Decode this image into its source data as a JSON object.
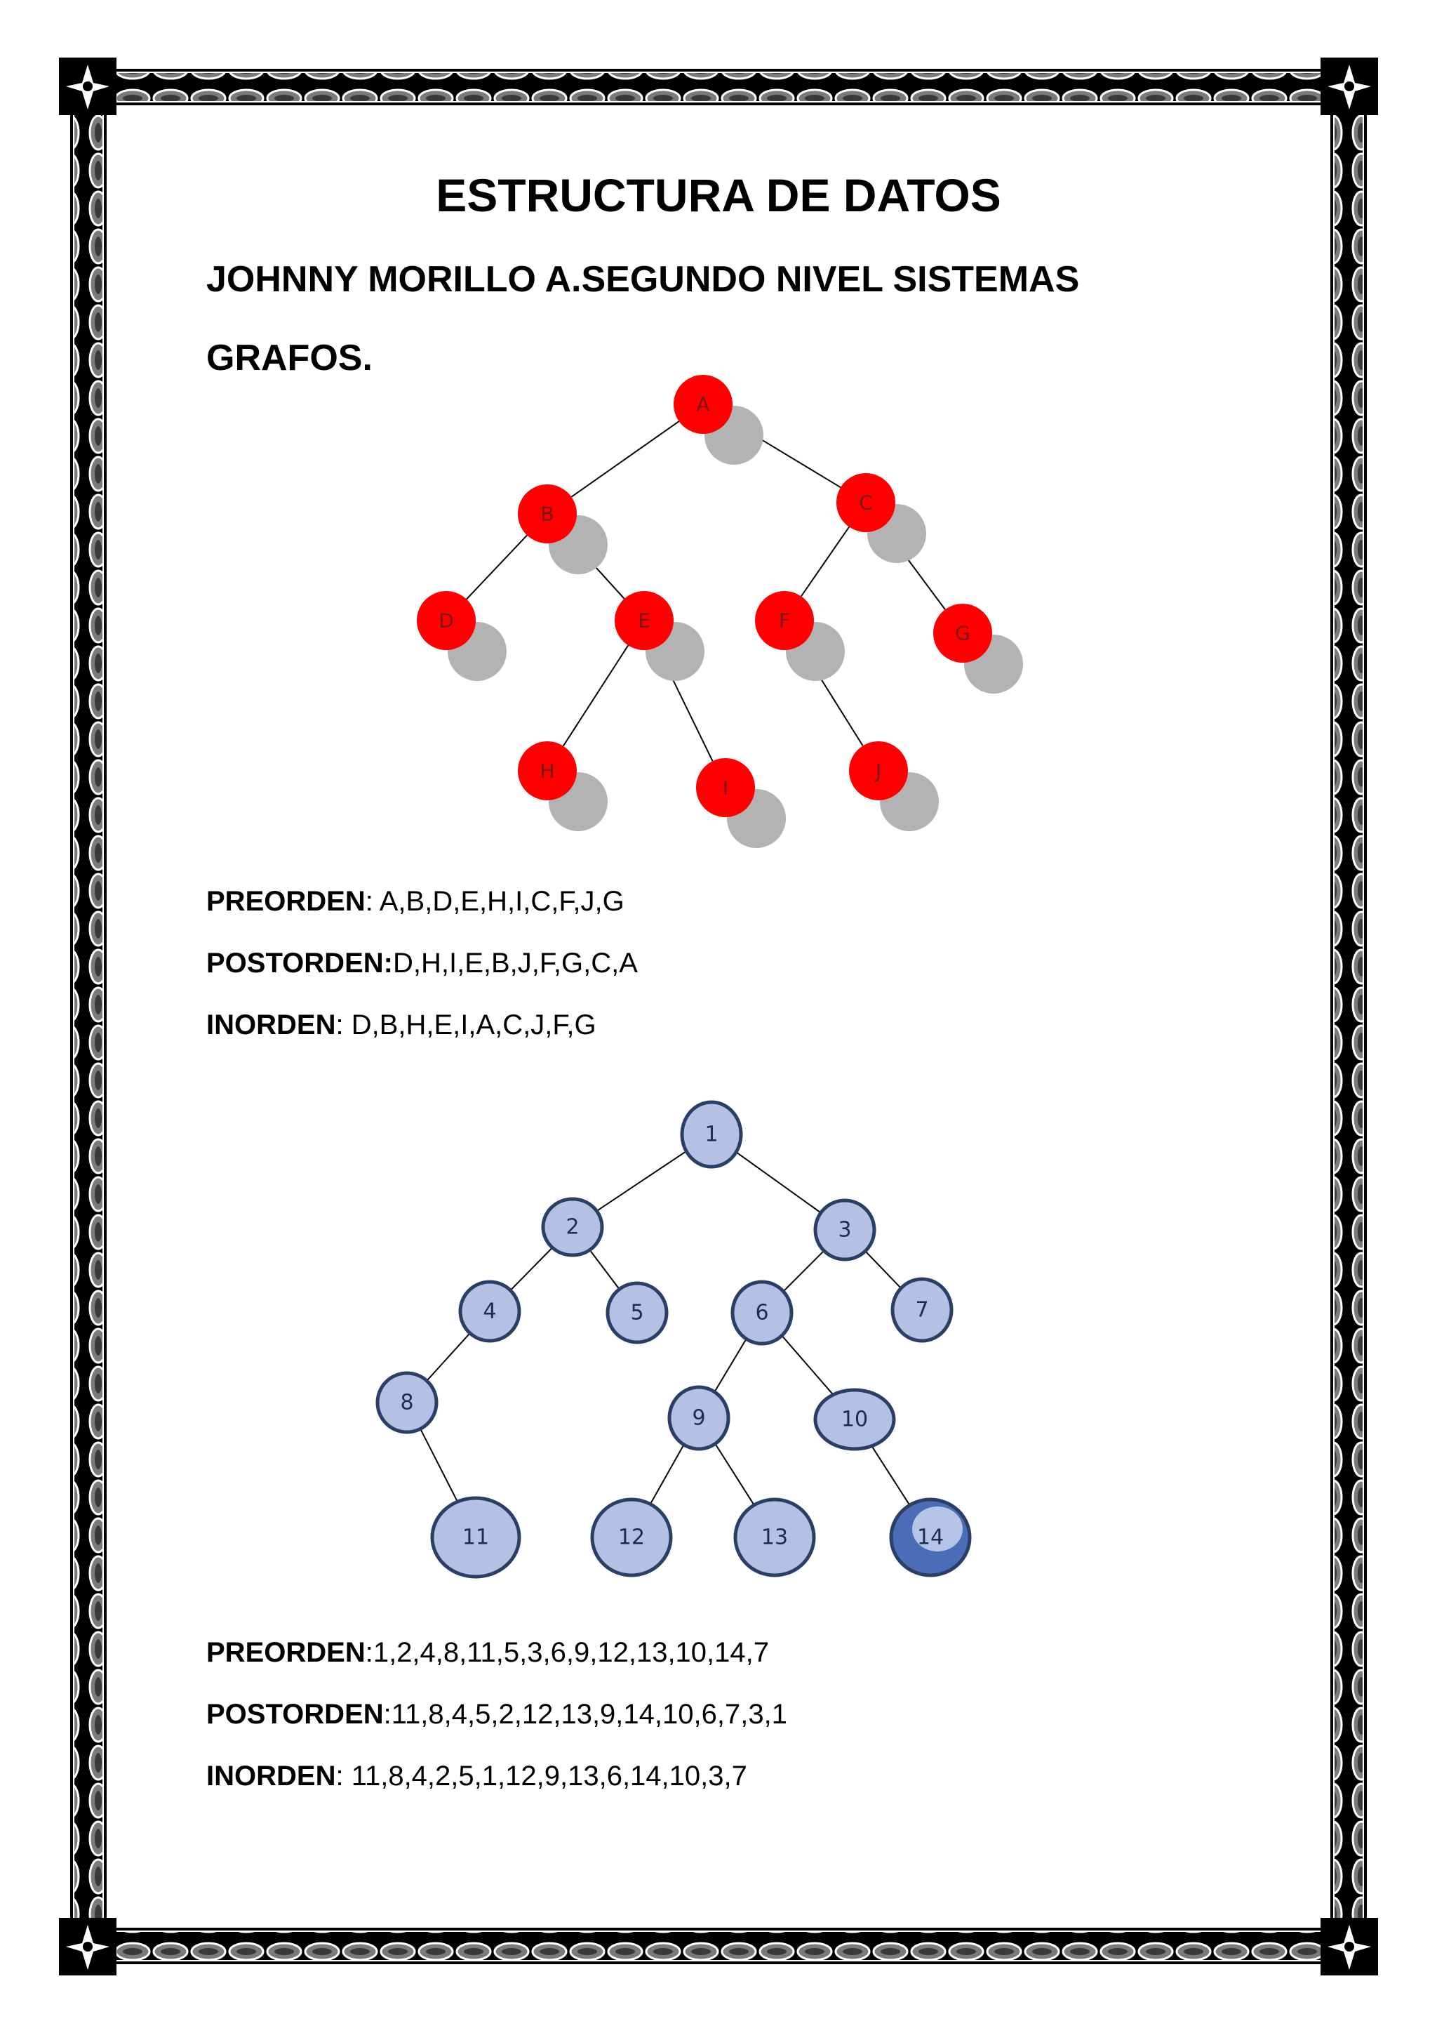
{
  "document": {
    "title": "ESTRUCTURA DE DATOS",
    "subtitle": "JOHNNY MORILLO A.SEGUNDO NIVEL SISTEMAS",
    "section": "GRAFOS."
  },
  "tree1": {
    "nodes": [
      "A",
      "B",
      "C",
      "D",
      "E",
      "F",
      "G",
      "H",
      "I",
      "J"
    ],
    "edges": [
      [
        "A",
        "B"
      ],
      [
        "A",
        "C"
      ],
      [
        "B",
        "D"
      ],
      [
        "B",
        "E"
      ],
      [
        "C",
        "F"
      ],
      [
        "C",
        "G"
      ],
      [
        "E",
        "H"
      ],
      [
        "E",
        "I"
      ],
      [
        "F",
        "J"
      ]
    ],
    "traversals": {
      "preorden": {
        "label": "PREORDEN",
        "separator": ": ",
        "value": "A,B,D,E,H,I,C,F,J,G"
      },
      "postorden": {
        "label": "POSTORDEN:",
        "separator": "",
        "value": "D,H,I,E,B,J,F,G,C,A"
      },
      "inorden": {
        "label": "INORDEN",
        "separator": ": ",
        "value": "D,B,H,E,I,A,C,J,F,G"
      }
    },
    "colors": {
      "node": "#ff0000",
      "shadow": "#b3b3b3"
    }
  },
  "tree2": {
    "nodes": [
      "1",
      "2",
      "3",
      "4",
      "5",
      "6",
      "7",
      "8",
      "9",
      "10",
      "11",
      "12",
      "13",
      "14"
    ],
    "edges": [
      [
        "1",
        "2"
      ],
      [
        "1",
        "3"
      ],
      [
        "2",
        "4"
      ],
      [
        "2",
        "5"
      ],
      [
        "3",
        "6"
      ],
      [
        "3",
        "7"
      ],
      [
        "4",
        "8"
      ],
      [
        "6",
        "9"
      ],
      [
        "6",
        "10"
      ],
      [
        "8",
        "11"
      ],
      [
        "9",
        "12"
      ],
      [
        "9",
        "13"
      ],
      [
        "10",
        "14"
      ]
    ],
    "traversals": {
      "preorden": {
        "label": "PREORDEN",
        "separator": ":",
        "value": "1,2,4,8,11,5,3,6,9,12,13,10,14,7"
      },
      "postorden": {
        "label": "POSTORDEN",
        "separator": ":",
        "value": "11,8,4,5,2,12,13,9,14,10,6,7,3,1"
      },
      "inorden": {
        "label": "INORDEN",
        "separator": ": ",
        "value": "11,8,4,2,5,1,12,9,13,6,14,10,3,7"
      }
    },
    "colors": {
      "node_fill": "#b4c1e3",
      "node_stroke": "#2b3f66",
      "highlight": "#4b6cb7"
    }
  }
}
